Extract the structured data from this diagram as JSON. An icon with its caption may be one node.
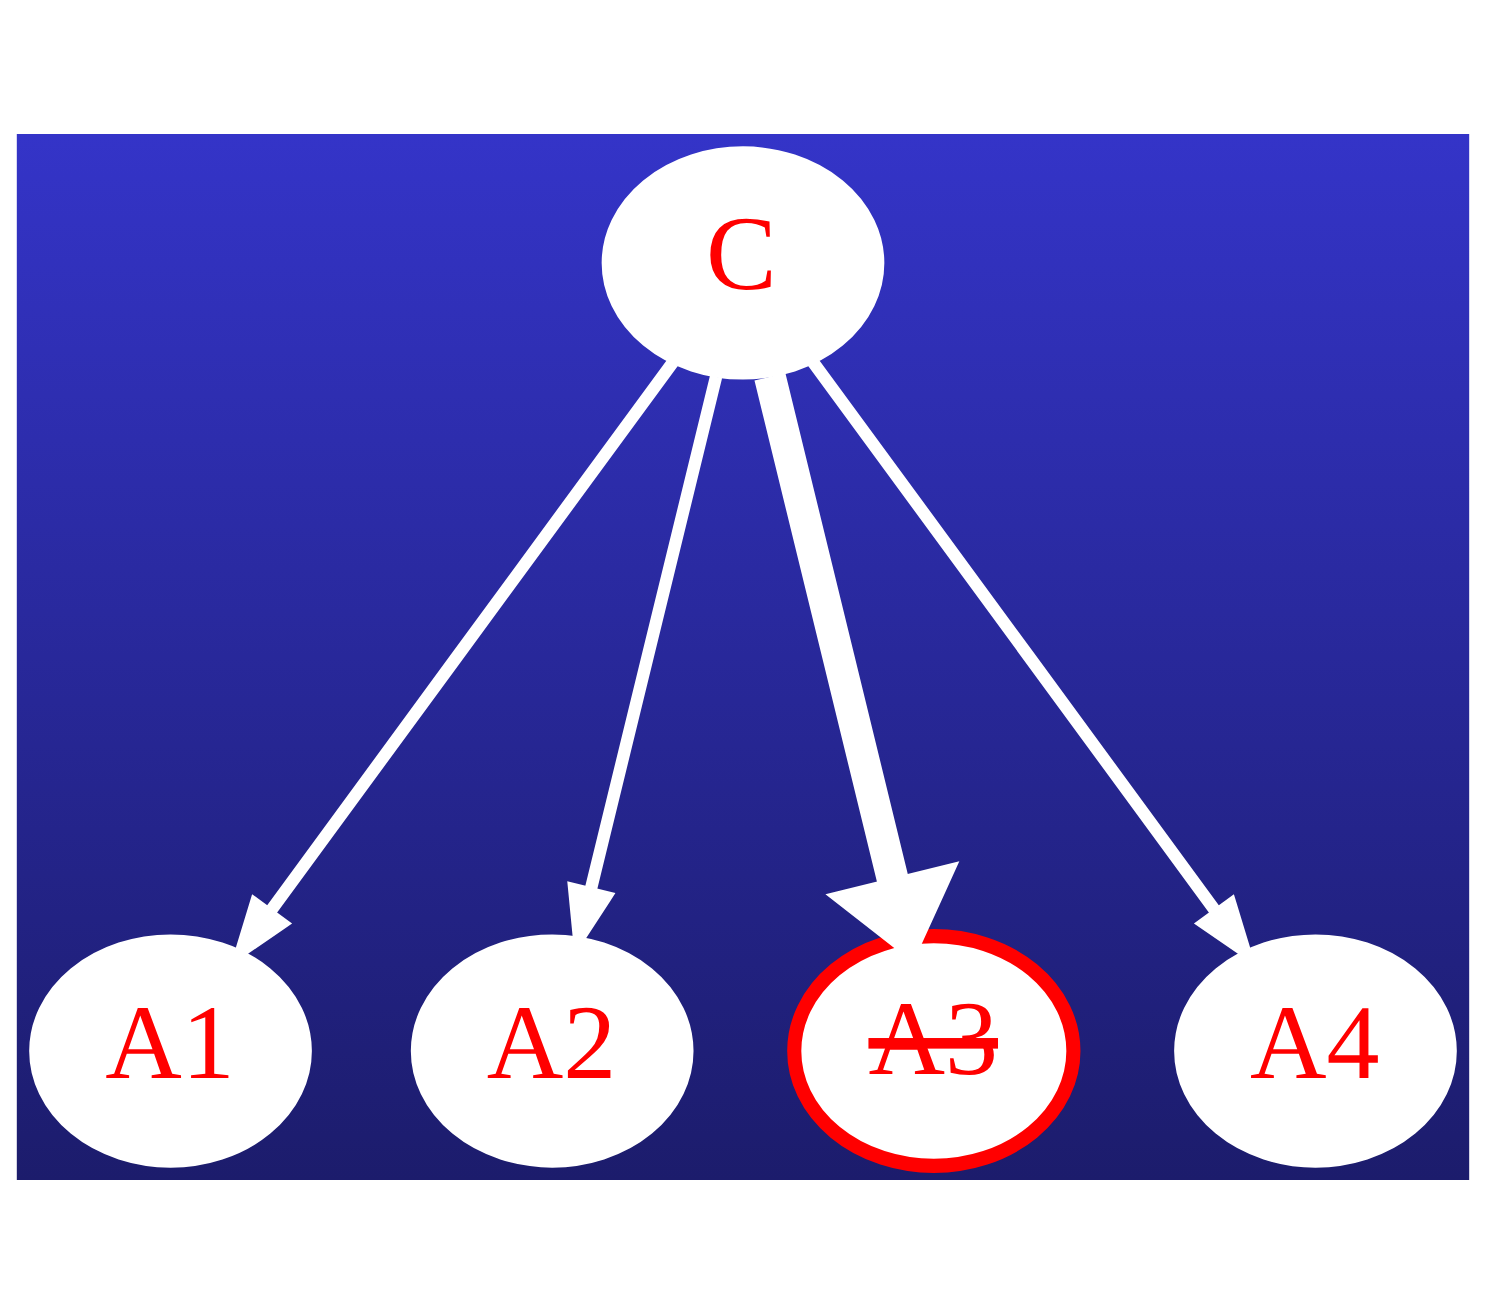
{
  "diagram": {
    "nodes": [
      {
        "text": [
          "C"
        ]
      },
      {
        "text": [
          "A1"
        ]
      },
      {
        "text": [
          "A2"
        ]
      },
      {
        "text": [
          "A3"
        ]
      },
      {
        "text": [
          "A4"
        ]
      }
    ],
    "edges": [
      {
        "from": 0,
        "to": 1,
        "arrow": "to"
      },
      {
        "from": 0,
        "to": 2,
        "arrow": "to"
      },
      {
        "from": 0,
        "to": 3,
        "arrow": "to",
        "style": "thick"
      },
      {
        "from": 0,
        "to": 4,
        "arrow": "to"
      }
    ]
  }
}
